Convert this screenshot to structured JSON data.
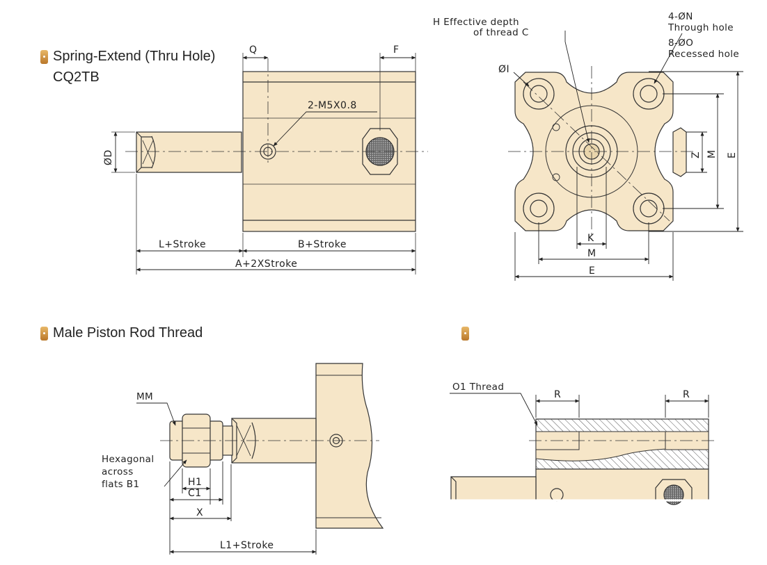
{
  "colors": {
    "body_fill": "#f6e6c8",
    "line": "#333333",
    "accent": "#c98a3a"
  },
  "sections": {
    "spring_extend": {
      "title": "Spring-Extend (Thru Hole)",
      "model": "CQ2TB"
    },
    "male_rod": {
      "title": "Male Piston Rod Thread"
    },
    "fourth": {
      "title": ""
    }
  },
  "labels": {
    "q": "Q",
    "f": "F",
    "port": "2-M5X0.8",
    "d": "ØD",
    "l_stroke": "L+Stroke",
    "b_stroke": "B+Stroke",
    "a_stroke": "A+2XStroke",
    "h_depth_1": "H Effective depth",
    "h_depth_2": "of thread C",
    "n_1": "4-ØN",
    "n_2": "Through hole",
    "o_1": "8-ØO",
    "o_2": "Recessed hole",
    "i": "ØI",
    "z": "Z",
    "m_v": "M",
    "e_v": "E",
    "k": "K",
    "m_h": "M",
    "e_h": "E",
    "mm": "MM",
    "hex_1": "Hexagonal",
    "hex_2": "across",
    "hex_3": "flats B1",
    "h1": "H1",
    "c1": "C1",
    "x": "X",
    "l1_stroke": "L1+Stroke",
    "o1_thread": "O1 Thread",
    "r_left": "R",
    "r_right": "R"
  }
}
